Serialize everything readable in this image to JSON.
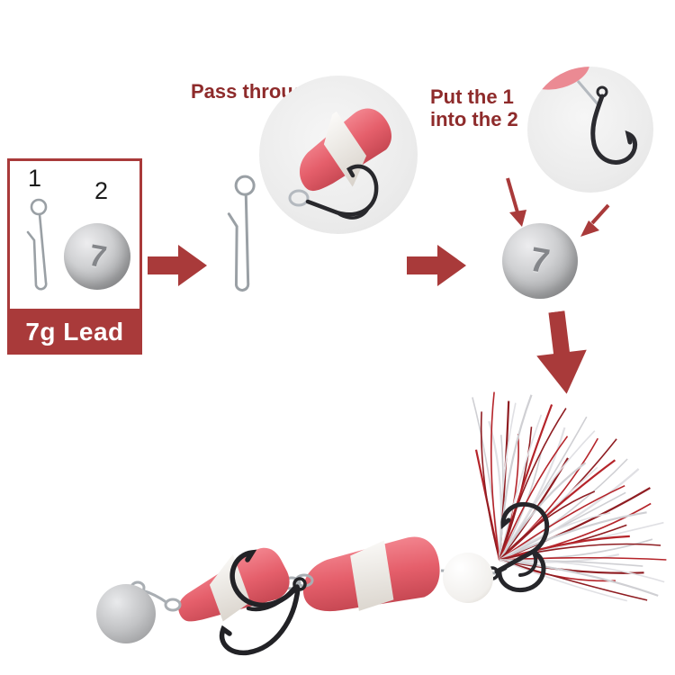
{
  "kit": {
    "item1_label": "1",
    "item2_label": "2",
    "ball_marking": "7",
    "caption": "7g Lead"
  },
  "steps": {
    "step1_label": "Pass through",
    "step2_label": "Put the 1\ninto the 2",
    "ball_marking": "7"
  },
  "colors": {
    "accent_red": "#a93a3a",
    "label_maroon": "#8e2b2b",
    "lure_red": "#e8606a",
    "lure_white": "#f6f3ee",
    "tinsel_red": "#b5242a",
    "tinsel_silver": "#cfcfd3",
    "lead_gray": "#c2c3c5",
    "hook_black": "#26262a"
  },
  "icons": {
    "arrow_right_icon": "solid red right arrow shape",
    "arrow_down_icon": "solid red down arrow shape",
    "snap_clip_icon": "wire speed-clip shape",
    "treble_hook_icon": "three-prong fishing hook shape",
    "split_ring_icon": "silver wire ring",
    "lead_ball": "gray sphere with numeral"
  }
}
